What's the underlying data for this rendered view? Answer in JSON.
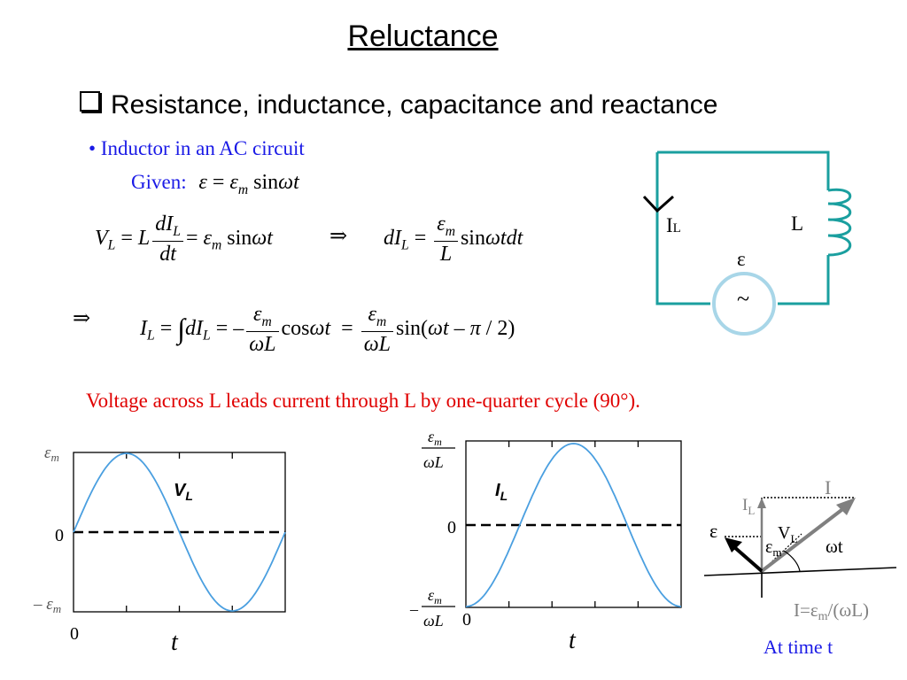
{
  "title": "Reluctance",
  "heading": "Resistance, inductance, capacitance and reactance",
  "bullet": "• Inductor in an AC circuit",
  "given_label": "Given:",
  "statement": "Voltage across L leads current through L by one-quarter cycle (90°).",
  "circuit": {
    "current_label": "I",
    "current_sub": "L",
    "inductor_label": "L",
    "emf_label": "ε",
    "source_symbol": "~",
    "wire_color": "#1a9f9f",
    "source_color": "#a8d6e8"
  },
  "graph_left": {
    "curve_label": "V",
    "curve_sub": "L",
    "y_top": "ε",
    "y_top_sub": "m",
    "y_zero": "0",
    "y_bottom": "– ε",
    "y_bottom_sub": "m",
    "x_zero": "0",
    "x_axis": "t"
  },
  "graph_right": {
    "curve_label": "I",
    "curve_sub": "L",
    "y_top_num": "ε",
    "y_top_num_sub": "m",
    "y_top_den": "ωL",
    "y_zero": "0",
    "y_bottom_sign": "–",
    "y_bottom_num": "ε",
    "y_bottom_num_sub": "m",
    "y_bottom_den": "ωL",
    "x_zero": "0",
    "x_axis": "t"
  },
  "phasor": {
    "i_label": "I",
    "il_label": "I",
    "il_sub": "L",
    "vl_label": "V",
    "vl_sub": "L",
    "eps_label": "ε",
    "epsm_label": "ε",
    "epsm_sub": "m",
    "angle_label": "ωt",
    "relation_a": "I=ε",
    "relation_sub": "m",
    "relation_b": "/(ωL)",
    "caption": "At time t"
  },
  "colors": {
    "curve": "#4a9fe0",
    "red_text": "#e00000",
    "blue_text": "#1a1ae6",
    "gray_phasor": "#808080"
  }
}
